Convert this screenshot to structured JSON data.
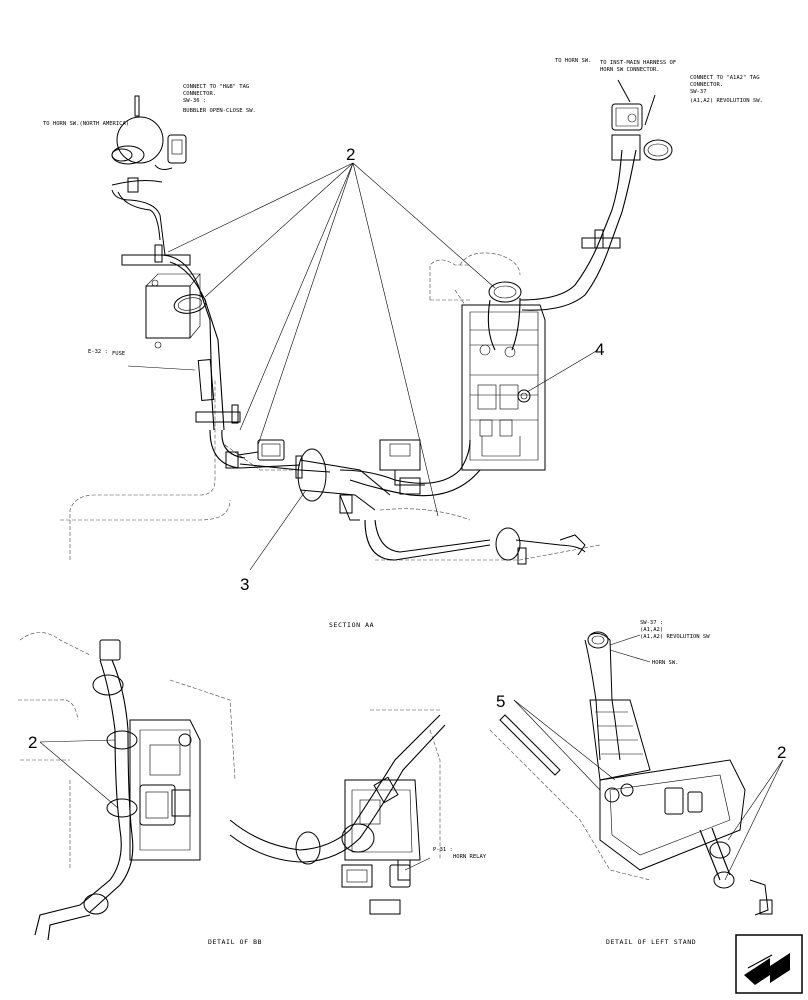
{
  "callouts": {
    "n2": "2",
    "n3": "3",
    "n4": "4",
    "n5": "5"
  },
  "labels": {
    "horn_sw_na": "TO HORN SW.(NORTH AMERICA)",
    "connect_h_b_1": "CONNECT TO \"H&B\" TAG",
    "connect_h_b_2": "CONNECTOR.",
    "connect_h_b_3": "SW-36 :",
    "bubbler": "BUBBLER OPEN-CLOSE SW.",
    "to_horn_sw": "TO HORN SW.",
    "inst_main_1": "TO INST-MAIN HARNESS OF",
    "inst_main_2": "HORN SW CONNECTOR.",
    "connect_a1a2_1": "CONNECT TO \"A1A2\" TAG",
    "connect_a1a2_2": "CONNECTOR.",
    "connect_a1a2_3": "SW-37",
    "revolution_sw": "(A1,A2) REVOLUTION SW.",
    "fuse_code": "E-32 :",
    "fuse": "FUSE",
    "sw37_1": "SW-37 :",
    "sw37_2": "(A1,A2)",
    "sw37_3": "(A1,A2) REVOLUTION SW",
    "horn_sw": "HORN SW.",
    "relay_code": "P-31 :",
    "relay": "HORN RELAY"
  },
  "captions": {
    "section": "SECTION AA",
    "detail_bb": "DETAIL OF BB",
    "detail_stand": "DETAIL OF LEFT STAND"
  },
  "icons": {
    "nav": "next-page-arrow-icon"
  }
}
